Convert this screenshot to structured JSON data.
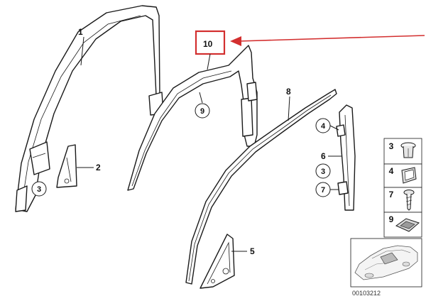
{
  "callouts": {
    "p1": "1",
    "p2": "2",
    "p3a": "3",
    "p10": "10",
    "p9": "9",
    "p8": "8",
    "p4": "4",
    "p6": "6",
    "p3b": "3",
    "p7": "7",
    "p5": "5"
  },
  "hardware": [
    {
      "number": "3",
      "icon": "clip-nut-icon"
    },
    {
      "number": "4",
      "icon": "spring-clip-icon"
    },
    {
      "number": "7",
      "icon": "screw-icon"
    },
    {
      "number": "9",
      "icon": "retainer-pad-icon"
    }
  ],
  "diagram_code": "00103212",
  "highlight_color": "#d32f2f"
}
